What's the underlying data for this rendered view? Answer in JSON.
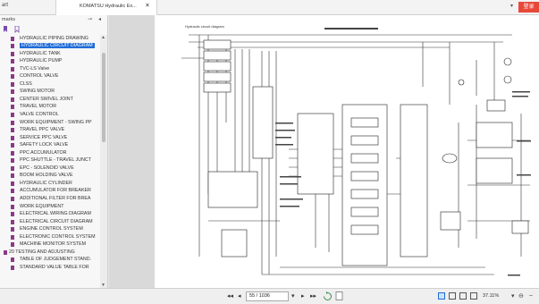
{
  "tabs": {
    "start_label": "art",
    "active_tab": "KOMATSU Hydraulic Ex...",
    "close_glyph": "×",
    "dropdown_glyph": "▾",
    "brand_label": "登录"
  },
  "bookmarks": {
    "title": "marks",
    "pin_glyph": "⊸",
    "collapse_glyph": "◂",
    "selected_index": 1,
    "items": [
      "HYDRAULIC PIPING DRAWING",
      "HYDRAULIC CIRCUIT DIAGRAM",
      "HYDRAULIC TANK",
      "HYDRAULIC PUMP",
      "TVC-LS Valve",
      "CONTROL VALVE",
      "CLSS",
      "SWING MOTOR",
      "CENTER SWIVEL JOINT",
      "TRAVEL MOTOR",
      "VALVE CONTROL",
      "WORK EQUIPMENT - SWING PP",
      "TRAVEL PPC VALVE",
      "SERVICE PPC VALVE",
      "SAFETY LOCK VALVE",
      "PPC ACCUMULATOR",
      "PPC SHUTTLE - TRAVEL JUNCT",
      "EPC - SOLENOID VALVE",
      "BOOM HOLDING VALVE",
      "HYDRAULIC CYLINDER",
      "ACCUMULATOR FOR BREAKER",
      "ADDITIONAL FILTER FOR BREA",
      "WORK EQUIPMENT",
      "ELECTRICAL WIRING DIAGRAM",
      "ELECTRICAL CIRCUIT DIAGRAM",
      "ENGINE CONTROL SYSTEM",
      "ELECTRONIC CONTROL SYSTEM",
      "MACHINE MONITOR SYSTEM",
      "20 TESTING AND ADJUSTING",
      "TABLE OF JUDGEMENT STAND.",
      "STANDARD VALUE TABLE FOR"
    ]
  },
  "document": {
    "diagram_title": "Hydraulic circuit diagram"
  },
  "status": {
    "first_glyph": "◂◂",
    "prev_glyph": "◂",
    "page_text": "55 / 1036",
    "page_dd_glyph": "▾",
    "next_glyph": "▸",
    "last_glyph": "▸▸",
    "zoom": "37.11%",
    "zoom_dd_glyph": "▾",
    "zoom_out_glyph": "⊖",
    "zoom_in_glyph": "–"
  },
  "colors": {
    "accent": "#1e6dd8",
    "brand": "#e8483a",
    "bookmark_icon": "#8a3a8a"
  }
}
